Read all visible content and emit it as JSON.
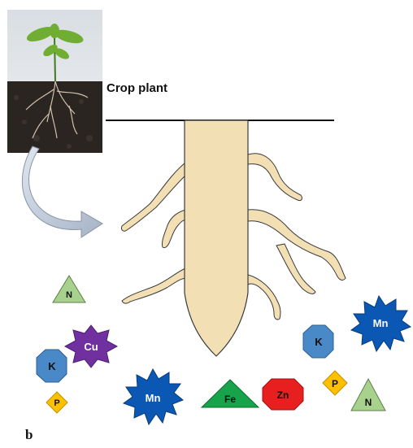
{
  "crop_label": "Crop plant",
  "panel_label": "b",
  "nutrients": [
    {
      "text": "N",
      "shape": "triangle",
      "color": "#a9d18e"
    },
    {
      "text": "Cu",
      "shape": "star",
      "color": "#7030a0"
    },
    {
      "text": "K",
      "shape": "octagon",
      "color": "#4a89c8"
    },
    {
      "text": "P",
      "shape": "diamond",
      "color": "#ffc000"
    },
    {
      "text": "Mn",
      "shape": "burst",
      "color": "#0b58b4"
    },
    {
      "text": "Fe",
      "shape": "triangle",
      "color": "#17a34a"
    },
    {
      "text": "Zn",
      "shape": "octagon",
      "color": "#e81f1f"
    },
    {
      "text": "K",
      "shape": "octagon",
      "color": "#4a89c8"
    },
    {
      "text": "Mn",
      "shape": "burst",
      "color": "#0b58b4"
    },
    {
      "text": "P",
      "shape": "diamond",
      "color": "#ffc000"
    },
    {
      "text": "N",
      "shape": "triangle",
      "color": "#a9d18e"
    }
  ],
  "colors": {
    "root": "#f3dfb4",
    "root_outline": "#3a3a3a",
    "soil": "#2b2521",
    "sky": "#dfe3e6",
    "arrow": "#b8c4d4"
  }
}
